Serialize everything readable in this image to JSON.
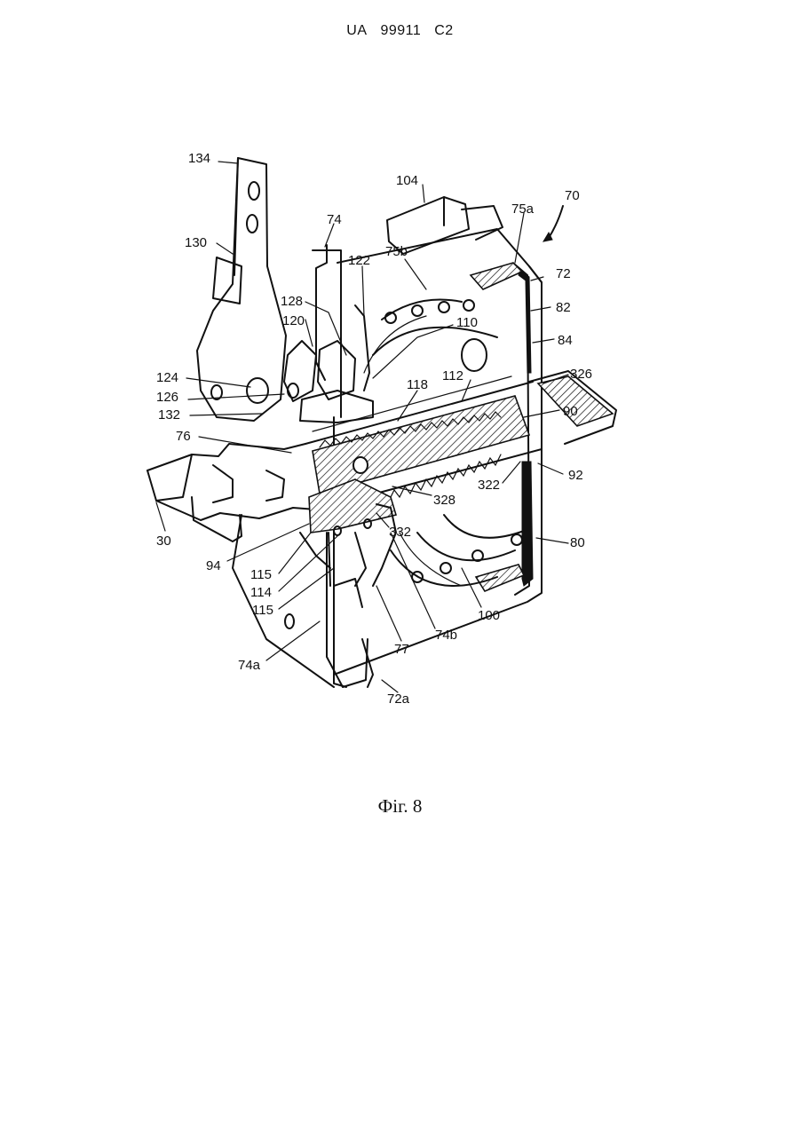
{
  "header": {
    "country": "UA",
    "number": "99911",
    "kind": "C2"
  },
  "figure": {
    "labels": [
      "134",
      "130",
      "74",
      "104",
      "75a",
      "70",
      "75b",
      "122",
      "72",
      "128",
      "110",
      "82",
      "120",
      "84",
      "124",
      "118",
      "112",
      "326",
      "126",
      "132",
      "90",
      "76",
      "92",
      "322",
      "328",
      "30",
      "332",
      "80",
      "94",
      "115",
      "114",
      "115",
      "100",
      "74b",
      "77",
      "74a",
      "72a"
    ]
  },
  "caption": "Фіг. 8"
}
